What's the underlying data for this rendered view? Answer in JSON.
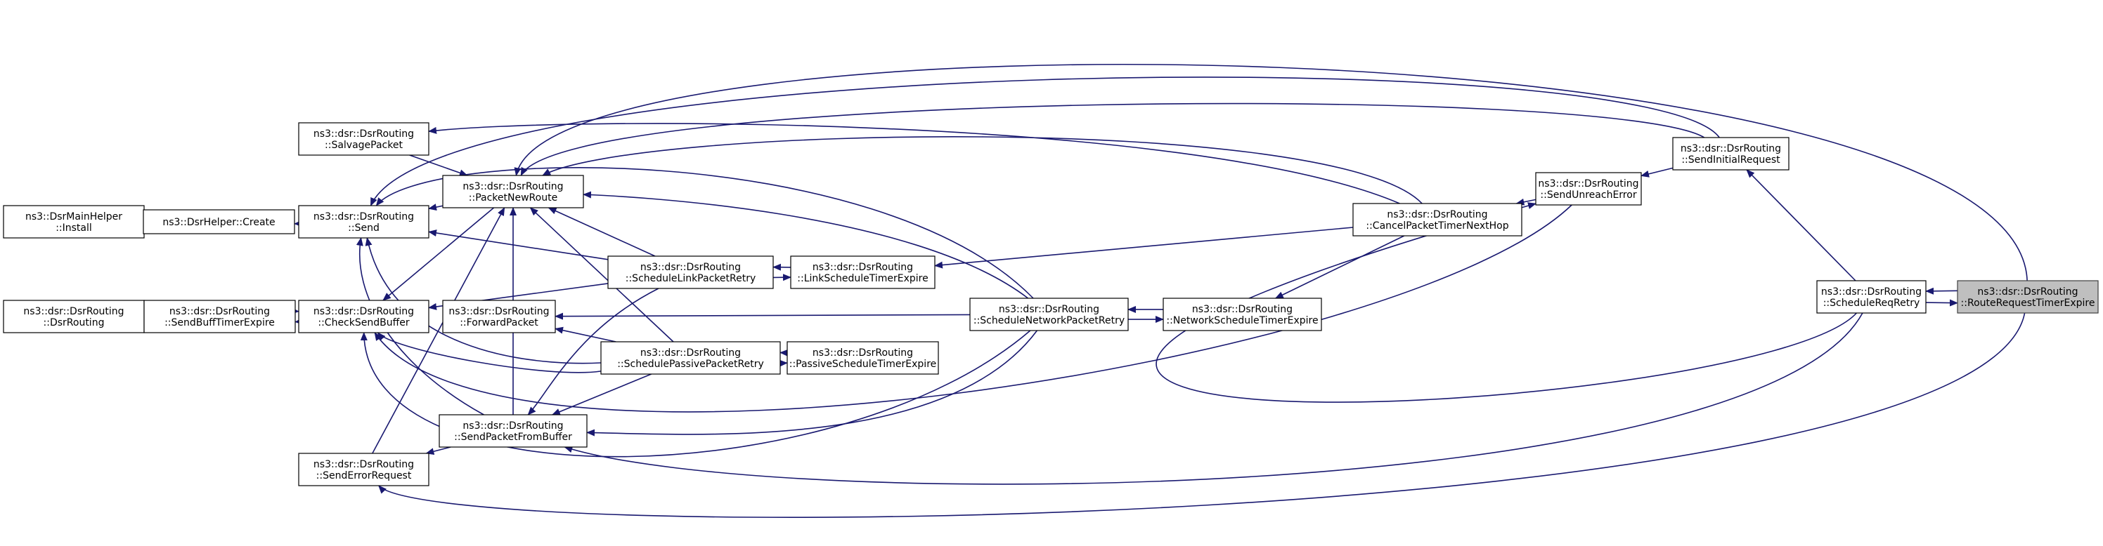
{
  "graph": {
    "nodes": [
      {
        "id": "n_install",
        "lines": [
          "ns3::DsrMainHelper",
          "::Install"
        ],
        "selected": false
      },
      {
        "id": "n_create",
        "lines": [
          "ns3::DsrHelper::Create"
        ],
        "selected": false
      },
      {
        "id": "n_send",
        "lines": [
          "ns3::dsr::DsrRouting",
          "::Send"
        ],
        "selected": false
      },
      {
        "id": "n_salvage",
        "lines": [
          "ns3::dsr::DsrRouting",
          "::SalvagePacket"
        ],
        "selected": false
      },
      {
        "id": "n_ctor",
        "lines": [
          "ns3::dsr::DsrRouting",
          "::DsrRouting"
        ],
        "selected": false
      },
      {
        "id": "n_sendbuff",
        "lines": [
          "ns3::dsr::DsrRouting",
          "::SendBuffTimerExpire"
        ],
        "selected": false
      },
      {
        "id": "n_checksend",
        "lines": [
          "ns3::dsr::DsrRouting",
          "::CheckSendBuffer"
        ],
        "selected": false
      },
      {
        "id": "n_senderror",
        "lines": [
          "ns3::dsr::DsrRouting",
          "::SendErrorRequest"
        ],
        "selected": false
      },
      {
        "id": "n_pnr",
        "lines": [
          "ns3::dsr::DsrRouting",
          "::PacketNewRoute"
        ],
        "selected": false
      },
      {
        "id": "n_fwd",
        "lines": [
          "ns3::dsr::DsrRouting",
          "::ForwardPacket"
        ],
        "selected": false
      },
      {
        "id": "n_spfb",
        "lines": [
          "ns3::dsr::DsrRouting",
          "::SendPacketFromBuffer"
        ],
        "selected": false
      },
      {
        "id": "n_slpr",
        "lines": [
          "ns3::dsr::DsrRouting",
          "::ScheduleLinkPacketRetry"
        ],
        "selected": false
      },
      {
        "id": "n_sppr",
        "lines": [
          "ns3::dsr::DsrRouting",
          "::SchedulePassivePacketRetry"
        ],
        "selected": false
      },
      {
        "id": "n_lste",
        "lines": [
          "ns3::dsr::DsrRouting",
          "::LinkScheduleTimerExpire"
        ],
        "selected": false
      },
      {
        "id": "n_pste",
        "lines": [
          "ns3::dsr::DsrRouting",
          "::PassiveScheduleTimerExpire"
        ],
        "selected": false
      },
      {
        "id": "n_snpr",
        "lines": [
          "ns3::dsr::DsrRouting",
          "::ScheduleNetworkPacketRetry"
        ],
        "selected": false
      },
      {
        "id": "n_nste",
        "lines": [
          "ns3::dsr::DsrRouting",
          "::NetworkScheduleTimerExpire"
        ],
        "selected": false
      },
      {
        "id": "n_cptnh",
        "lines": [
          "ns3::dsr::DsrRouting",
          "::CancelPacketTimerNextHop"
        ],
        "selected": false
      },
      {
        "id": "n_sue",
        "lines": [
          "ns3::dsr::DsrRouting",
          "::SendUnreachError"
        ],
        "selected": false
      },
      {
        "id": "n_sir",
        "lines": [
          "ns3::dsr::DsrRouting",
          "::SendInitialRequest"
        ],
        "selected": false
      },
      {
        "id": "n_srr",
        "lines": [
          "ns3::dsr::DsrRouting",
          "::ScheduleReqRetry"
        ],
        "selected": false
      },
      {
        "id": "n_rrte",
        "lines": [
          "ns3::dsr::DsrRouting",
          "::RouteRequestTimerExpire"
        ],
        "selected": true
      }
    ],
    "edges": [
      {
        "from": "n_create",
        "to": "n_install"
      },
      {
        "from": "n_send",
        "to": "n_create"
      },
      {
        "from": "n_sendbuff",
        "to": "n_ctor"
      },
      {
        "from": "n_checksend",
        "to": "n_sendbuff"
      },
      {
        "from": "n_sendbuff",
        "to": "n_checksend"
      },
      {
        "from": "n_pnr",
        "to": "n_send"
      },
      {
        "from": "n_pnr",
        "to": "n_checksend"
      },
      {
        "from": "n_salvage",
        "to": "n_pnr"
      },
      {
        "from": "n_spfb",
        "to": "n_send"
      },
      {
        "from": "n_spfb",
        "to": "n_pnr"
      },
      {
        "from": "n_senderror",
        "to": "n_pnr"
      },
      {
        "from": "n_spfb",
        "to": "n_senderror"
      },
      {
        "from": "n_slpr",
        "to": "n_send"
      },
      {
        "from": "n_slpr",
        "to": "n_checksend"
      },
      {
        "from": "n_slpr",
        "to": "n_pnr"
      },
      {
        "from": "n_slpr",
        "to": "n_spfb"
      },
      {
        "from": "n_lste",
        "to": "n_slpr"
      },
      {
        "from": "n_slpr",
        "to": "n_lste"
      },
      {
        "from": "n_sppr",
        "to": "n_send"
      },
      {
        "from": "n_sppr",
        "to": "n_checksend"
      },
      {
        "from": "n_sppr",
        "to": "n_pnr"
      },
      {
        "from": "n_sppr",
        "to": "n_fwd"
      },
      {
        "from": "n_sppr",
        "to": "n_spfb"
      },
      {
        "from": "n_pste",
        "to": "n_sppr"
      },
      {
        "from": "n_sppr",
        "to": "n_pste"
      },
      {
        "from": "n_snpr",
        "to": "n_send"
      },
      {
        "from": "n_snpr",
        "to": "n_checksend"
      },
      {
        "from": "n_snpr",
        "to": "n_pnr"
      },
      {
        "from": "n_snpr",
        "to": "n_fwd"
      },
      {
        "from": "n_snpr",
        "to": "n_spfb"
      },
      {
        "from": "n_nste",
        "to": "n_snpr"
      },
      {
        "from": "n_snpr",
        "to": "n_nste"
      },
      {
        "from": "n_cptnh",
        "to": "n_lste"
      },
      {
        "from": "n_cptnh",
        "to": "n_nste"
      },
      {
        "from": "n_cptnh",
        "to": "n_salvage"
      },
      {
        "from": "n_cptnh",
        "to": "n_pnr"
      },
      {
        "from": "n_sue",
        "to": "n_cptnh"
      },
      {
        "from": "n_sue",
        "to": "n_checksend"
      },
      {
        "from": "n_sir",
        "to": "n_sue"
      },
      {
        "from": "n_sir",
        "to": "n_send"
      },
      {
        "from": "n_sir",
        "to": "n_pnr"
      },
      {
        "from": "n_srr",
        "to": "n_sir"
      },
      {
        "from": "n_srr",
        "to": "n_spfb"
      },
      {
        "from": "n_srr",
        "to": "n_sue"
      },
      {
        "from": "n_rrte",
        "to": "n_srr"
      },
      {
        "from": "n_srr",
        "to": "n_rrte"
      },
      {
        "from": "n_rrte",
        "to": "n_pnr"
      },
      {
        "from": "n_rrte",
        "to": "n_senderror"
      }
    ]
  },
  "colors": {
    "edge": "#191970",
    "node_border": "#000000",
    "node_fill": "#ffffff",
    "selected_fill": "#bfbfbf",
    "text": "#000000"
  }
}
